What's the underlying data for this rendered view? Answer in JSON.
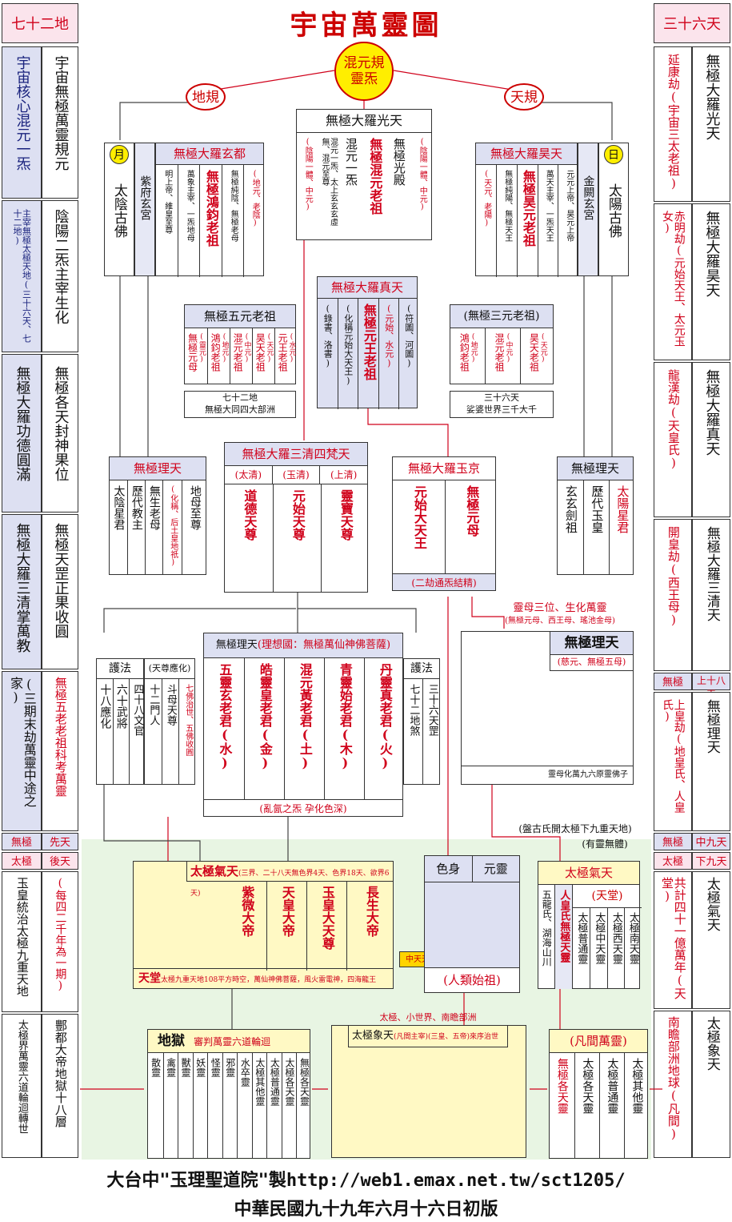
{
  "title": "宇宙萬靈圖",
  "left_header": "七十二地",
  "right_header": "三十六天",
  "center_node": "混元規靈炁",
  "earth_rule": "地規",
  "heaven_rule": "天規",
  "moon": "月",
  "sun": "日",
  "taiyin": "太陰古佛",
  "taiyang": "太陽古佛",
  "zifu": "紫府玄宮",
  "jinque": "金闕玄宮",
  "guangtian": {
    "title": "無極大羅光天",
    "left": "(陰陽一體、中元)",
    "sub": "混元一炁、太上玄玄玄虛無、混元至尊",
    "main": "無極混元老祖",
    "col3": "混元一炁",
    "col4": "無極光殿",
    "right": "(陰陽一體、中元)"
  },
  "xuandu": {
    "title": "無極大羅玄都",
    "a": "(地元、老陰)",
    "b": "無極純陰、無極老母",
    "main": "無極鴻鈞老祖",
    "d": "萬象主宰、一炁地母",
    "e": "明上帝、維皇至尊"
  },
  "haotian": {
    "title": "無極大羅昊天",
    "a": "元元上帝、昊元上帝",
    "b": "萬天主宰、一炁天王",
    "main": "無極昊元老祖",
    "d": "無極純陽、無極天王",
    "e": "(天元、老陽)"
  },
  "zhentian": {
    "title": "無極大羅真天",
    "a": "(符圖、河圖)",
    "b": "(元始、水元)",
    "main": "無極元王老祖",
    "d": "(化稱元始大天王)",
    "e": "(錄書、洛書)"
  },
  "wuyuan": {
    "title": "無極五元老祖",
    "items": [
      "無極元母",
      "鴻鈞老祖",
      "混元老祖",
      "昊天老祖",
      "元王老祖"
    ],
    "subs": [
      "(靈元)",
      "(地元)",
      "(中元)",
      "(天元)",
      "(水元)"
    ],
    "foot1": "七十二地",
    "foot2": "無極大同四大部洲"
  },
  "sanyuan": {
    "title": "(無極三元老祖)",
    "items": [
      "鴻鈞老祖",
      "混元老祖",
      "昊天老祖"
    ],
    "subs": [
      "(地元)",
      "(中元)",
      "(天元)"
    ],
    "foot1": "三十六天",
    "foot2": "娑婆世界三千大千"
  },
  "litian_left": {
    "title": "無極理天",
    "cols": [
      "太陰星君",
      "歷代教主",
      "無生老母",
      "地母至尊"
    ],
    "note": "(化稱、后土皇地祇)"
  },
  "litian_right": {
    "title": "無極理天",
    "cols": [
      "玄玄劍祖",
      "歷代玉皇",
      "太陽星君"
    ]
  },
  "sanqing": {
    "title": "無極大羅三清四梵天",
    "heads": [
      "(太清)",
      "(玉清)",
      "(上清)"
    ],
    "mains": [
      "道德天尊",
      "元始天尊",
      "靈寶天尊"
    ]
  },
  "yujing": {
    "title": "無極大羅玉京",
    "mains": [
      "元始大天王",
      "無極元母"
    ],
    "foot": "(二劫通炁結精)"
  },
  "wuji_litian": {
    "title": "無極理天",
    "note": "(理想國：無極萬仙神佛菩薩)",
    "mains": [
      "五靈玄老君(水)",
      "皓靈皇老君(金)",
      "混元黃老君(土)",
      "青靈始老君(木)",
      "丹靈真老君(火)"
    ],
    "foot": "(亂氤之炁 孕化色深)"
  },
  "hufa_left": {
    "title": "護法",
    "cols": [
      "十八應化",
      "六十武將",
      "四十八文官"
    ]
  },
  "tianzun": {
    "title": "(天尊應化)",
    "cols": [
      "十二門人",
      "斗母天尊",
      "七佛治世、五佛收圓"
    ]
  },
  "hufa_right": {
    "title": "護法",
    "cols": [
      "七十二地煞",
      "三十六天罡"
    ]
  },
  "lingmu": {
    "title": "靈母三位、生化萬靈",
    "sub": "(無極元母、西王母、瑤池金母)"
  },
  "litian_small": {
    "title": "無極理天",
    "sub": "(慈元、無極五母)",
    "foot": "靈母化萬九六原靈佛子"
  },
  "pangu": "(盤古氏開太極下九重天地)",
  "youling": "(有靈無體)",
  "taiji_qitian": {
    "title": "太極氣天",
    "note": "(三界、二十八天無色界4天、色界18天、欲界6天)",
    "mains": [
      "紫微大帝",
      "天皇大帝",
      "玉皇大天尊",
      "長生大帝"
    ],
    "gold": "中天天公",
    "foot": "天堂",
    "foot2": "太極九重天地108平方時空，萬仙神佛菩薩，風火雷電神，四海龍王"
  },
  "seshen": "色身",
  "yuanling": "元靈",
  "renlei": "(人類始祖)",
  "taiji_right": {
    "title": "太極氣天",
    "tiantang": "(天堂)",
    "cols": [
      "五龍氏、湖海山川",
      "人皇氏無極天靈",
      "太極普通靈",
      "太極中天靈",
      "太極西天靈",
      "太極南天靈"
    ]
  },
  "diyu": {
    "title": "地獄",
    "sub": "審判萬靈六道輪迴",
    "cols": [
      "散靈",
      "禽靈",
      "獸靈",
      "妖靈",
      "怪靈",
      "邪靈",
      "水卒靈",
      "太極其他靈",
      "太極普通靈",
      "太極各天靈",
      "無極各天靈"
    ]
  },
  "xiangtian": {
    "title": "太極象天",
    "sub": "(凡間主宰)(三皇、五帝)來序治世",
    "top": "太極、小世界、南瞻部洲"
  },
  "fanjian": {
    "title": "(凡間萬靈)",
    "cols": [
      "無極各天靈",
      "太極各天靈",
      "太極普通靈",
      "太極其他靈"
    ]
  },
  "left_panels": [
    {
      "a": "宇宙核心混元一炁",
      "b": "宇宙無極萬靈規元"
    },
    {
      "a": "主宰無極太極天地(三十六天、七十二地)",
      "b": "陰陽二炁主宰生化"
    },
    {
      "a": "無極大羅功德圓滿",
      "b": "無極各天封神果位"
    },
    {
      "a": "無極大羅三清掌萬教",
      "b": "無極天罡正果收圓"
    },
    {
      "a": "(三期末劫萬靈中途之家)",
      "b": "無極五老老祖科考萬靈"
    }
  ],
  "left_lower": [
    {
      "a": "玉皇統治太極九重天地",
      "b": "(每四二千年為一期)"
    },
    {
      "a": "太極界萬靈六道輪迴轉世",
      "b": "酆都大帝地獄十八層"
    }
  ],
  "right_panels": [
    {
      "a": "延康劫(宇宙三太老祖)",
      "b": "無極大羅光天"
    },
    {
      "a": "赤明劫(元始天王、太元玉女)",
      "b": "無極大羅昊天"
    },
    {
      "a": "龍漢劫(天皇氏)",
      "b": "無極大羅真天"
    },
    {
      "a": "開皇劫(西王母)",
      "b": "無極大羅三清天"
    },
    {
      "a": "上皇劫(地皇氏、人皇氏)",
      "b": "無極理天"
    }
  ],
  "right_lower": [
    {
      "a": "共計四十一億萬年(天堂)",
      "b": "太極氣天"
    },
    {
      "a": "南瞻部洲地球(凡間)",
      "b": "太極象天"
    }
  ],
  "label_wuji": "無極",
  "label_xiantian": "先天",
  "label_taiji": "太極",
  "label_houtian": "後天",
  "label_shangjiu": "上十八天",
  "label_zhongjiu": "中九天",
  "label_xiajiu": "下九天",
  "footer1": "大台中\"玉理聖道院\"製http://web1.emax.net.tw/sct1205/",
  "footer2": "中華民國九十九年六月十六日初版"
}
